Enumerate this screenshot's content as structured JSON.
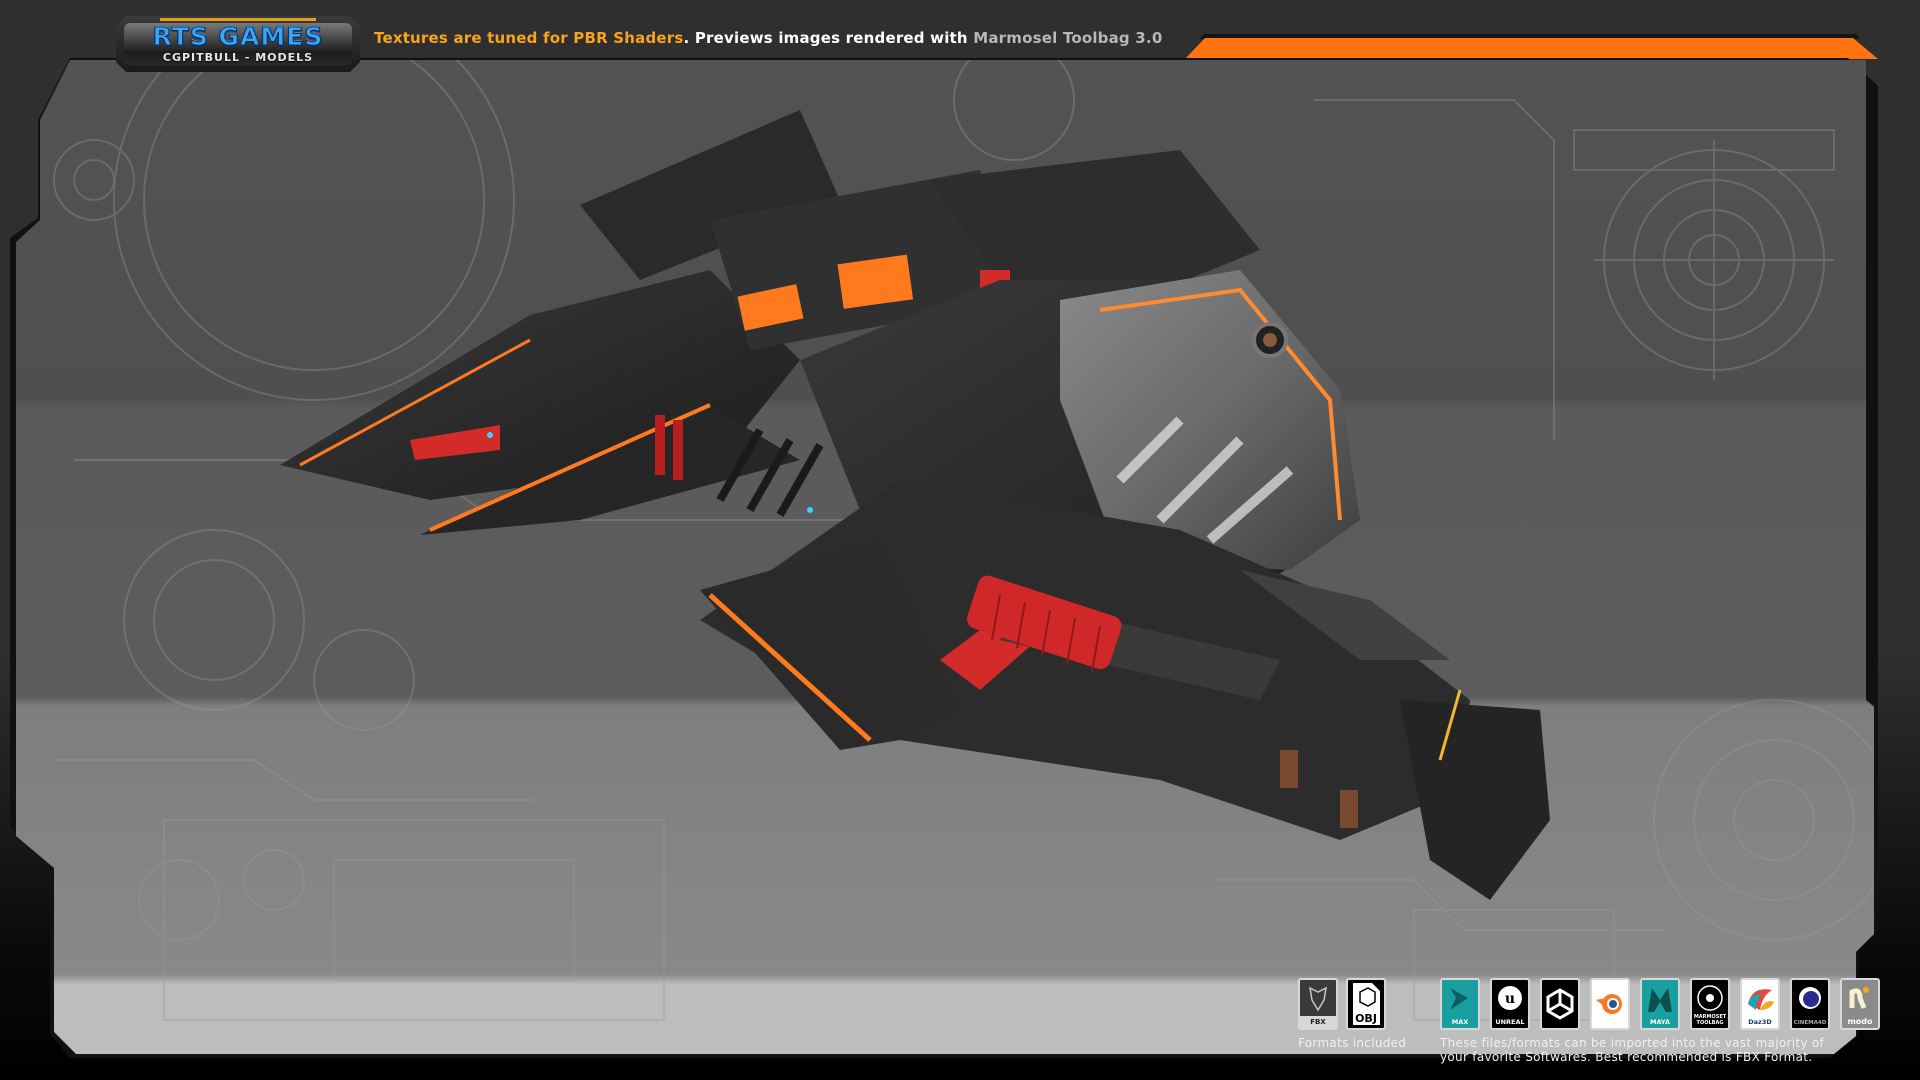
{
  "logo": {
    "title": "RTS GAMES",
    "subtitle": "CGPITBULL - MODELS"
  },
  "header": {
    "highlight": "Textures are tuned for PBR Shaders",
    "middle": ". Previews images rendered with ",
    "renderer": "Marmosel Toolbag 3.0"
  },
  "colors": {
    "accent_orange": "#ff7410",
    "highlight_yellow": "#f7a51c",
    "logo_blue": "#3aa8f0",
    "panel_gray": "#535353",
    "panel_light": "#898989",
    "background": "#2f2f2f"
  },
  "preview": {
    "subject": "sci-fi spaceship render",
    "ship_colors": [
      "#2b2b2b",
      "#ff7a1f",
      "#d32a2a",
      "#9a9a9a"
    ]
  },
  "formats": {
    "caption": "Formats included",
    "items": [
      {
        "icon": "fbx-icon",
        "label": "FBX"
      },
      {
        "icon": "obj-icon",
        "label": "OBJ"
      }
    ]
  },
  "software": {
    "caption_line1": "These files/formats can be imported into the vast majority of",
    "caption_line2": "your favorite Softwares. Best recommended is FBX Format.",
    "items": [
      {
        "icon": "3dsmax-icon",
        "label": "MAX",
        "bg": "#1a9fa0"
      },
      {
        "icon": "unreal-engine-icon",
        "label": "UNREAL",
        "bg": "#000000"
      },
      {
        "icon": "unity-icon",
        "label": "",
        "bg": "#000000"
      },
      {
        "icon": "blender-icon",
        "label": "",
        "bg": "#ffffff"
      },
      {
        "icon": "maya-icon",
        "label": "MAYA",
        "bg": "#1a9fa0"
      },
      {
        "icon": "marmoset-toolbag-icon",
        "label": "MARMOSET TOOLBAG",
        "bg": "#000000"
      },
      {
        "icon": "daz3d-icon",
        "label": "Daz3D",
        "bg": "#ffffff"
      },
      {
        "icon": "cinema4d-icon",
        "label": "CINEMA4D",
        "bg": "#000000"
      },
      {
        "icon": "modo-icon",
        "label": "modo",
        "bg": "#8a8a8a"
      }
    ]
  }
}
